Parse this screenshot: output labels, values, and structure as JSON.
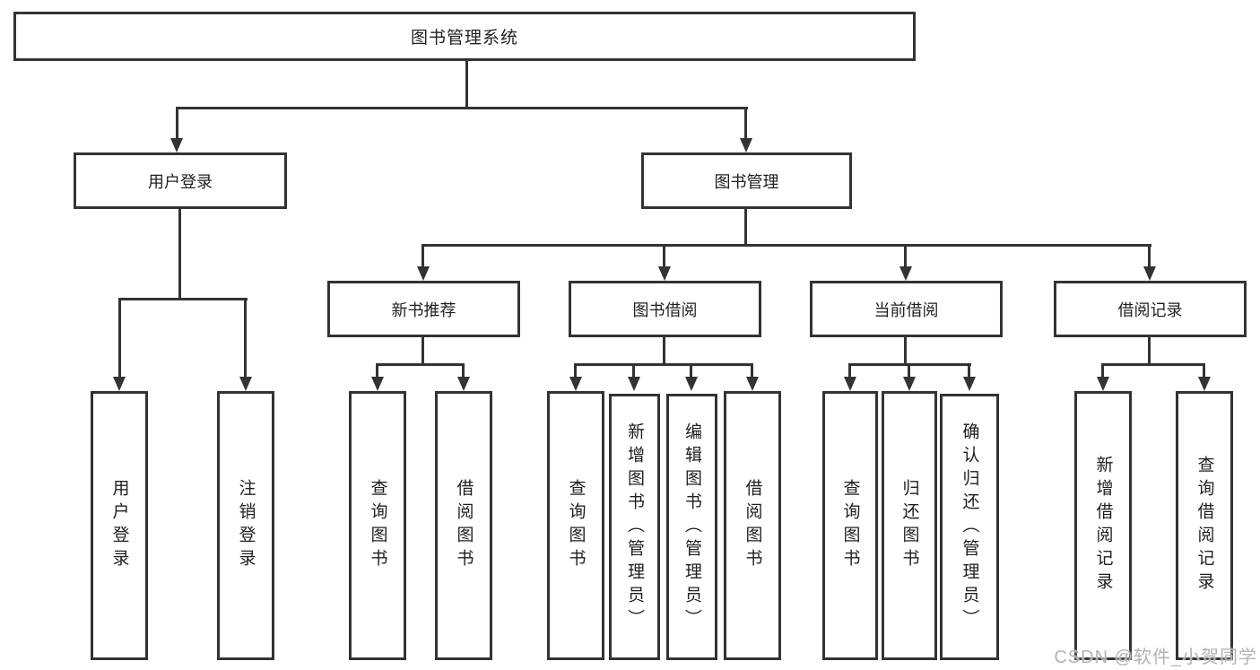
{
  "diagram": {
    "root": {
      "label": "图书管理系统"
    },
    "branches": [
      {
        "label": "用户登录",
        "children": [
          {
            "label": "用户登录"
          },
          {
            "label": "注销登录"
          }
        ]
      },
      {
        "label": "图书管理",
        "children": [
          {
            "label": "新书推荐",
            "children": [
              {
                "label": "查询图书"
              },
              {
                "label": "借阅图书"
              }
            ]
          },
          {
            "label": "图书借阅",
            "children": [
              {
                "label": "查询图书"
              },
              {
                "label": "新增图书（管理员）"
              },
              {
                "label": "编辑图书（管理员）"
              },
              {
                "label": "借阅图书"
              }
            ]
          },
          {
            "label": "当前借阅",
            "children": [
              {
                "label": "查询图书"
              },
              {
                "label": "归还图书"
              },
              {
                "label": "确认归还（管理员）"
              }
            ]
          },
          {
            "label": "借阅记录",
            "children": [
              {
                "label": "新增借阅记录"
              },
              {
                "label": "查询借阅记录"
              }
            ]
          }
        ]
      }
    ]
  },
  "watermark": {
    "text": "CSDN @软件_小贺同学"
  },
  "colors": {
    "line": "#333333",
    "text": "#1f1f1f",
    "background": "#ffffff",
    "watermark": "#b3b3b3"
  }
}
